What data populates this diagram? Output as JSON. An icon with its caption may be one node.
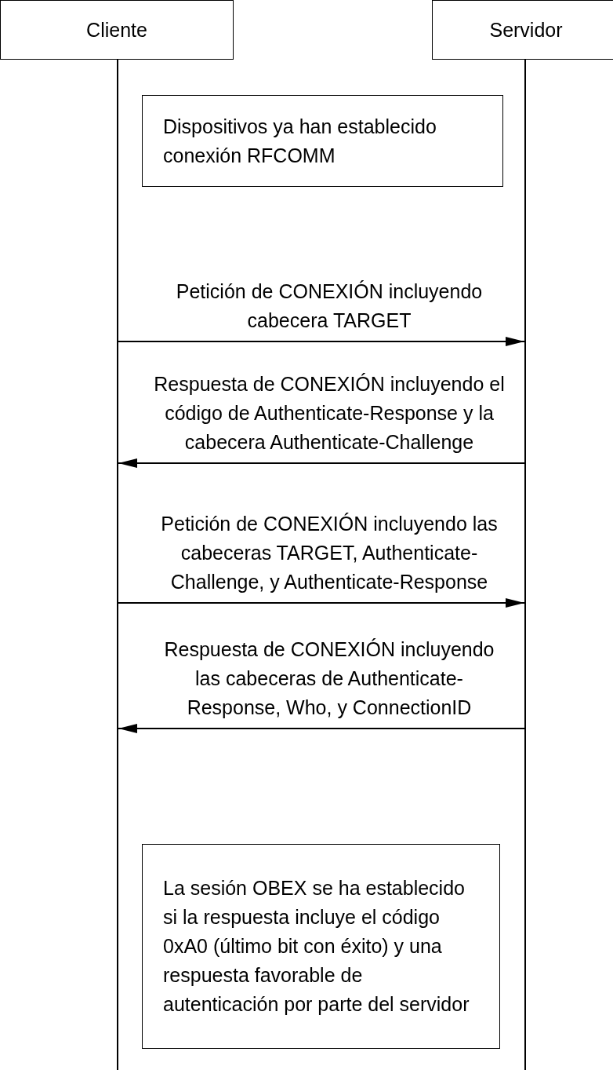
{
  "diagram": {
    "nodes": [
      {
        "text": [
          "Cliente"
        ]
      },
      {
        "text": [
          "Servidor"
        ]
      },
      {
        "text": [],
        "shape": "bar"
      },
      {
        "text": [],
        "shape": "bar"
      },
      {
        "text": [
          "Dispositivos ya han establecido conexión RFCOMM"
        ]
      },
      {
        "text": [
          "La sesión OBEX se ha establecido si la respuesta incluye el código 0xA0 (último bit con éxito) y una respuesta favorable de autenticación por parte del servidor"
        ]
      }
    ],
    "edges": [
      {
        "from": 2,
        "to": 3,
        "arrow": "to",
        "label": "Petición de CONEXIÓN incluyendo cabecera TARGET"
      },
      {
        "from": 3,
        "to": 2,
        "arrow": "to",
        "label": "Respuesta de CONEXIÓN incluyendo el código de Authenticate-Response y la cabecera Authenticate-Challenge"
      },
      {
        "from": 2,
        "to": 3,
        "arrow": "to",
        "label": "Petición de CONEXIÓN incluyendo las cabeceras TARGET, Authenticate-Challenge, y Authenticate-Response"
      },
      {
        "from": 3,
        "to": 2,
        "arrow": "to",
        "label": "Respuesta de CONEXIÓN incluyendo las cabeceras de Authenticate-Response, Who, y ConnectionID"
      }
    ]
  }
}
